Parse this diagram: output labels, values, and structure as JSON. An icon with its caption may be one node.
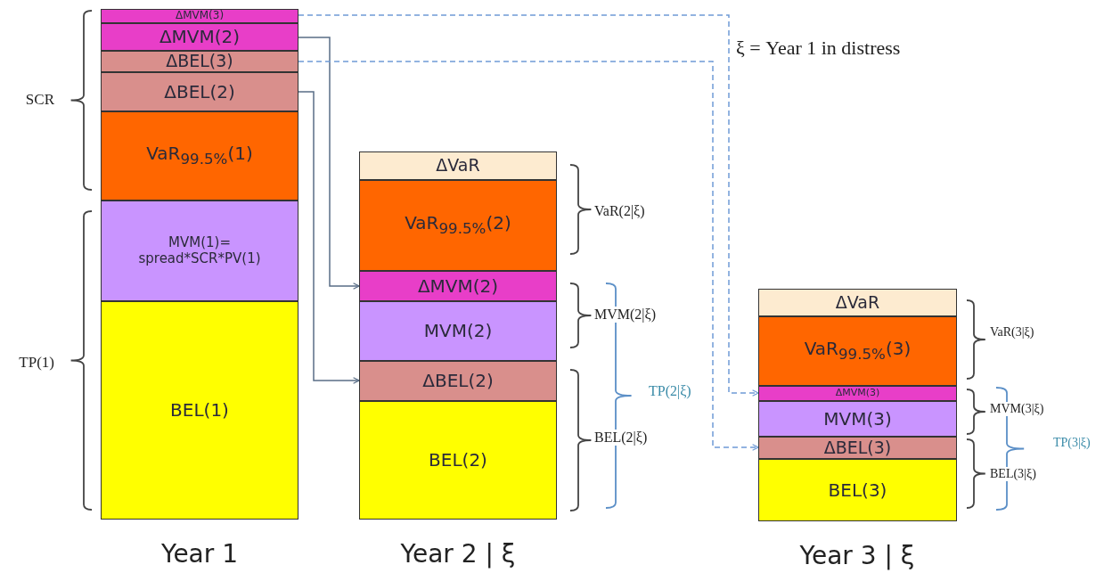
{
  "diagram": {
    "nodes": [
      {
        "text": [
          "ΔMVM(3)"
        ]
      },
      {
        "text": [
          "ΔMVM(2)"
        ]
      },
      {
        "text": [
          "ΔBEL(3)"
        ]
      },
      {
        "text": [
          "ΔBEL(2)"
        ]
      },
      {
        "text": [
          "VaR$_{99.5%}$(1)"
        ]
      },
      {
        "text": [
          "MVM(1)= spread*SCR*PV(1)"
        ]
      },
      {
        "text": [
          "BEL(1)"
        ]
      },
      {
        "text": [
          "ΔVaR"
        ]
      },
      {
        "text": [
          "VaR$_{99.5%}$(2)"
        ]
      },
      {
        "text": [
          "ΔMVM(2)"
        ]
      },
      {
        "text": [
          "MVM(2)"
        ]
      },
      {
        "text": [
          "ΔBEL(2)"
        ]
      },
      {
        "text": [
          "BEL(2)"
        ]
      },
      {
        "text": [
          "ΔVaR"
        ]
      },
      {
        "text": [
          "VaR$_{99.5%}$(3)"
        ]
      },
      {
        "text": [
          "ΔMVM(3)"
        ]
      },
      {
        "text": [
          "MVM(3)"
        ]
      },
      {
        "text": [
          "ΔBEL(3)"
        ]
      },
      {
        "text": [
          "BEL(3)"
        ]
      }
    ],
    "edges": [
      {
        "from": 0,
        "to": 15,
        "arrow": "to",
        "style": "dashed",
        "color": "#6f9bd6"
      },
      {
        "from": 1,
        "to": 9,
        "arrow": "to"
      },
      {
        "from": 2,
        "to": 17,
        "arrow": "to",
        "style": "dashed",
        "color": "#6f9bd6"
      },
      {
        "from": 3,
        "to": 11,
        "arrow": "to"
      }
    ],
    "labels": [
      "ξ = Year 1 in distress",
      "SCR",
      "VaR(2|ξ)",
      "MVM(2|ξ)",
      "TP(2|ξ)",
      "VaR(3|ξ)",
      "TP(1)",
      "MVM(3|ξ)",
      "BEL(2|ξ)",
      "TP(3|ξ)",
      "BEL(3|ξ)",
      "Year 1",
      "Year 2 | ξ",
      "Year 3 | ξ"
    ]
  }
}
